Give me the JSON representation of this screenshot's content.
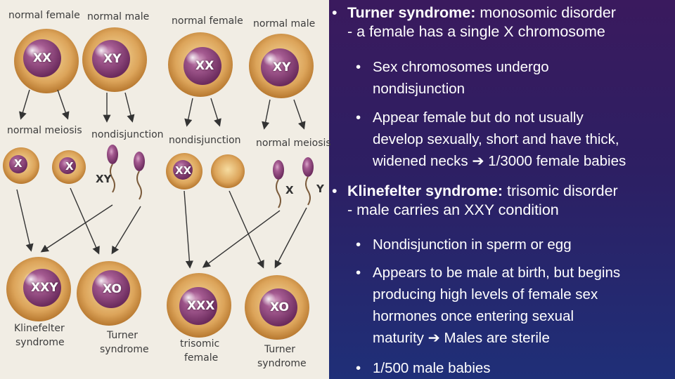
{
  "figure": {
    "top_labels": [
      "normal female",
      "normal male",
      "normal female",
      "normal male"
    ],
    "top_chromosomes": [
      "XX",
      "XY",
      "XX",
      "XY"
    ],
    "mid_labels": [
      "normal meiosis",
      "nondisjunction",
      "nondisjunction",
      "normal meiosis"
    ],
    "mid_chromosomes": [
      "X",
      "X",
      "XY",
      "XX",
      "X",
      "Y"
    ],
    "bottom_chromosomes": [
      "XXY",
      "XO",
      "XXX",
      "XO"
    ],
    "bottom_labels": [
      {
        "line1": "Klinefelter",
        "line2": "syndrome"
      },
      {
        "line1": "Turner",
        "line2": "syndrome"
      },
      {
        "line1": "trisomic",
        "line2": "female"
      },
      {
        "line1": "Turner",
        "line2": "syndrome"
      }
    ]
  },
  "bullets": {
    "turner": {
      "title": "Turner syndrome:",
      "line1_rest": " monosomic disorder",
      "line2": "- a female has a single X chromosome",
      "sub1": [
        "Sex chromosomes undergo",
        "nondisjunction"
      ],
      "sub2": [
        "Appear female but do not usually",
        "develop sexually, short and have thick,",
        "widened necks",
        "1/3000 female babies"
      ]
    },
    "klinefelter": {
      "title": "Klinefelter syndrome:",
      "line1_rest": " trisomic disorder",
      "line2": "- male carries an XXY condition",
      "sub1": [
        "Nondisjunction in sperm or egg"
      ],
      "sub2": [
        "Appears to be male at birth, but begins",
        "producing high levels of female sex",
        "hormones once entering sexual",
        "maturity",
        "Males are sterile"
      ],
      "sub3": [
        "1/500 male babies"
      ]
    },
    "bullet_glyph": "•",
    "arrow_glyph": "➔"
  }
}
